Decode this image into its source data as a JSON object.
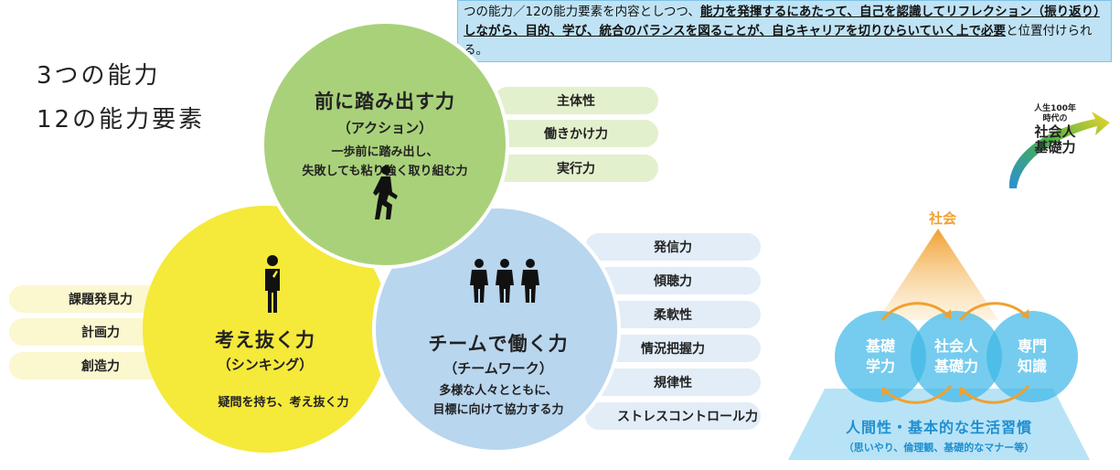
{
  "banner": {
    "text_a": "つの能力／12の能力要素を内容としつつ、",
    "text_b": "能力を発揮するにあたって、自己を認識してリフレクション（振り返り）しながら、目的、学び、統合のバランスを図ることが、自らキャリアを切りひらいていく上で必要",
    "text_c": "と位置付けられる。"
  },
  "title": {
    "line1": "3つの能力",
    "line2": "12の能力要素"
  },
  "action": {
    "title": "前に踏み出す力",
    "subtitle": "（アクション）",
    "desc1": "一歩前に踏み出し、",
    "desc2": "失敗しても粘り強く取り組む力",
    "color": "#a9d17a",
    "icon": "walking-person-icon",
    "elements": [
      "主体性",
      "働きかけ力",
      "実行力"
    ]
  },
  "thinking": {
    "title": "考え抜く力",
    "subtitle": "（シンキング）",
    "desc1": "疑問を持ち、考え抜く力",
    "color": "#f5e93a",
    "icon": "thinking-person-icon",
    "elements": [
      "課題発見力",
      "計画力",
      "創造力"
    ]
  },
  "teamwork": {
    "title": "チームで働く力",
    "subtitle": "（チームワーク）",
    "desc1": "多様な人々とともに、",
    "desc2": "目標に向けて協力する力",
    "color": "#b9d6ef",
    "icon": "team-people-icon",
    "elements": [
      "発信力",
      "傾聴力",
      "柔軟性",
      "情況把握力",
      "規律性",
      "ストレスコントロール力"
    ]
  },
  "logo": {
    "line1": "人生100年",
    "line2": "時代の",
    "line3": "社会人",
    "line4": "基礎力",
    "icon": "rising-arrow-logo-icon"
  },
  "society_figure": {
    "top_label": "社会",
    "bubbles": [
      {
        "line1": "基礎",
        "line2": "学力"
      },
      {
        "line1": "社会人",
        "line2": "基礎力"
      },
      {
        "line1": "専門",
        "line2": "知識"
      }
    ],
    "base_title": "人間性・基本的な生活習慣",
    "base_sub": "（思いやり、倫理観、基礎的なマナー等）",
    "accent": "#f0a030",
    "bubble_color": "#40b8e8"
  }
}
